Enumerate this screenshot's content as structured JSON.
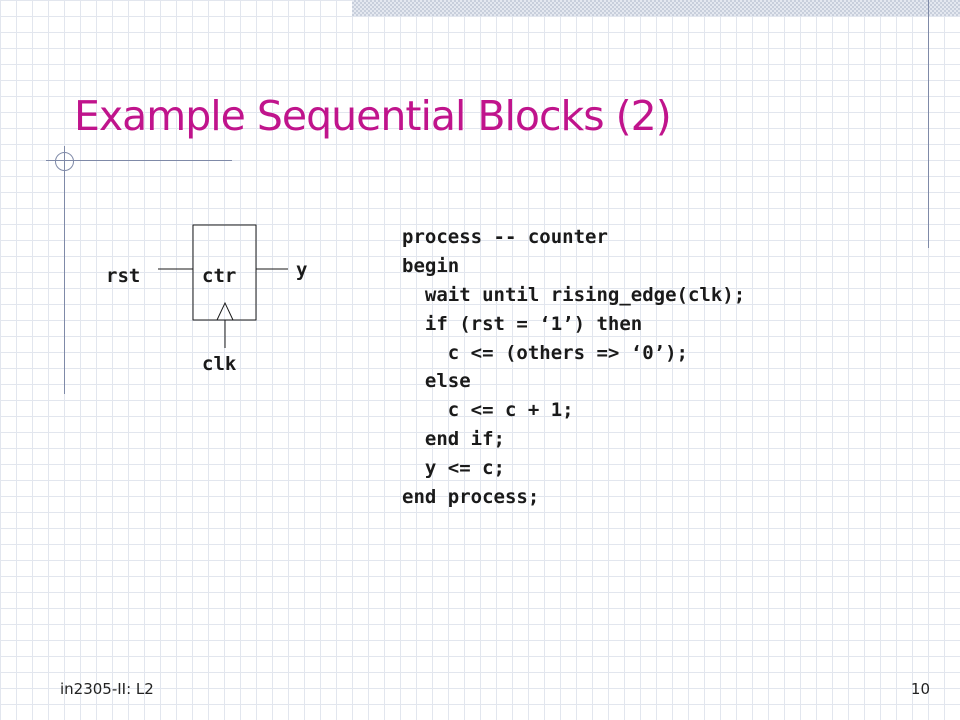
{
  "slide": {
    "title": "Example Sequential Blocks (2)",
    "diagram": {
      "block_label": "ctr",
      "input_label": "rst",
      "output_label": "y",
      "clock_label": "clk"
    },
    "code_lines": [
      "process -- counter",
      "begin",
      "  wait until rising_edge(clk);",
      "  if (rst = ‘1’) then",
      "    c <= (others => ‘0’);",
      "  else",
      "    c <= c + 1;",
      "  end if;",
      "  y <= c;",
      "end process;"
    ],
    "footer": {
      "left_text": "in2305-II: L2",
      "page_number": "10"
    }
  },
  "colors": {
    "title": "#c0148c",
    "rule_lines": "#7f8aa8",
    "grid": "#e2e6ee",
    "text": "#1a1a1a"
  }
}
